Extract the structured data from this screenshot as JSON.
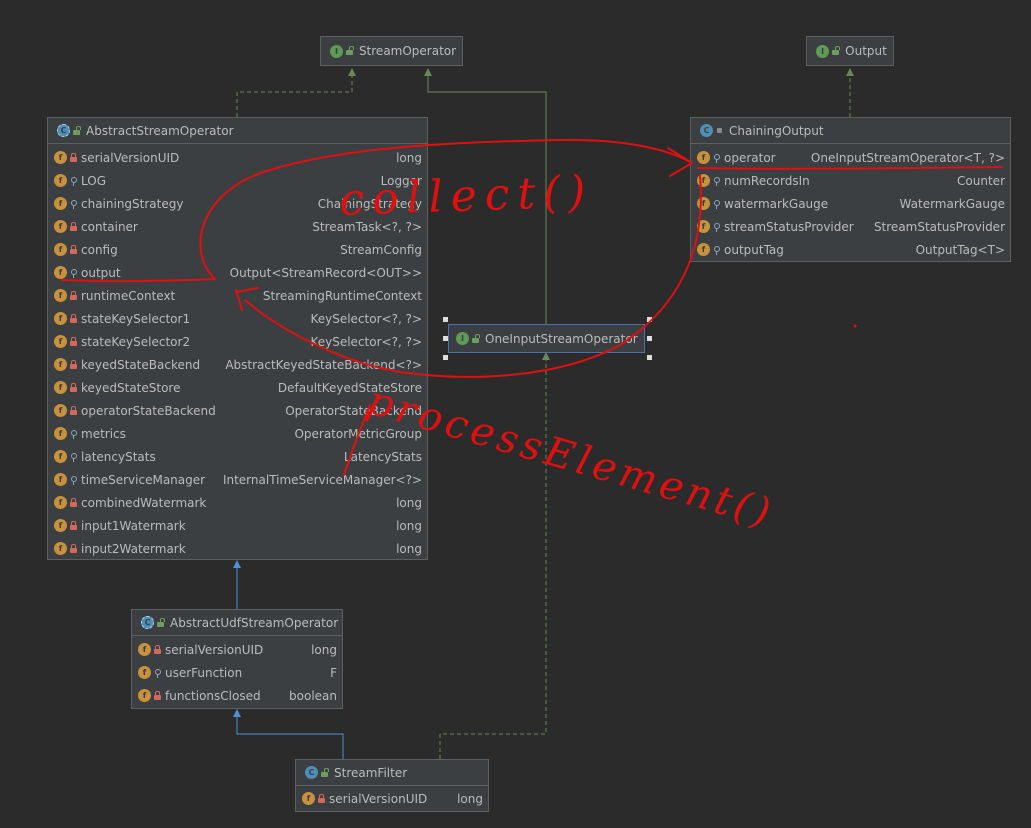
{
  "nodes": {
    "stream_operator": {
      "title": "StreamOperator"
    },
    "output_iface": {
      "title": "Output"
    },
    "abstract_stream_operator": {
      "title": "AbstractStreamOperator",
      "fields": [
        {
          "name": "serialVersionUID",
          "type": "long"
        },
        {
          "name": "LOG",
          "type": "Logger"
        },
        {
          "name": "chainingStrategy",
          "type": "ChainingStrategy"
        },
        {
          "name": "container",
          "type": "StreamTask<?, ?>"
        },
        {
          "name": "config",
          "type": "StreamConfig"
        },
        {
          "name": "output",
          "type": "Output<StreamRecord<OUT>>"
        },
        {
          "name": "runtimeContext",
          "type": "StreamingRuntimeContext"
        },
        {
          "name": "stateKeySelector1",
          "type": "KeySelector<?, ?>"
        },
        {
          "name": "stateKeySelector2",
          "type": "KeySelector<?, ?>"
        },
        {
          "name": "keyedStateBackend",
          "type": "AbstractKeyedStateBackend<?>"
        },
        {
          "name": "keyedStateStore",
          "type": "DefaultKeyedStateStore"
        },
        {
          "name": "operatorStateBackend",
          "type": "OperatorStateBackend"
        },
        {
          "name": "metrics",
          "type": "OperatorMetricGroup"
        },
        {
          "name": "latencyStats",
          "type": "LatencyStats"
        },
        {
          "name": "timeServiceManager",
          "type": "InternalTimeServiceManager<?>"
        },
        {
          "name": "combinedWatermark",
          "type": "long"
        },
        {
          "name": "input1Watermark",
          "type": "long"
        },
        {
          "name": "input2Watermark",
          "type": "long"
        }
      ]
    },
    "chaining_output": {
      "title": "ChainingOutput",
      "fields": [
        {
          "name": "operator",
          "type": "OneInputStreamOperator<T, ?>"
        },
        {
          "name": "numRecordsIn",
          "type": "Counter"
        },
        {
          "name": "watermarkGauge",
          "type": "WatermarkGauge"
        },
        {
          "name": "streamStatusProvider",
          "type": "StreamStatusProvider"
        },
        {
          "name": "outputTag",
          "type": "OutputTag<T>"
        }
      ]
    },
    "one_input_stream_operator": {
      "title": "OneInputStreamOperator"
    },
    "abstract_udf_stream_operator": {
      "title": "AbstractUdfStreamOperator",
      "fields": [
        {
          "name": "serialVersionUID",
          "type": "long"
        },
        {
          "name": "userFunction",
          "type": "F"
        },
        {
          "name": "functionsClosed",
          "type": "boolean"
        }
      ]
    },
    "stream_filter": {
      "title": "StreamFilter",
      "fields": [
        {
          "name": "serialVersionUID",
          "type": "long"
        }
      ]
    }
  },
  "annotations": {
    "collect": "collect()",
    "process_element": "processElement()"
  },
  "colors": {
    "background": "#2b2b2b",
    "node_fill": "#3c3f41",
    "node_border": "#5e6060",
    "text": "#bbbbbb",
    "interface_badge": "#5f9a57",
    "class_badge": "#4e8fb8",
    "field_badge": "#c8913b",
    "implements_edge": "#6a8759",
    "extends_edge": "#4e8fd8",
    "ink": "#e01010"
  }
}
